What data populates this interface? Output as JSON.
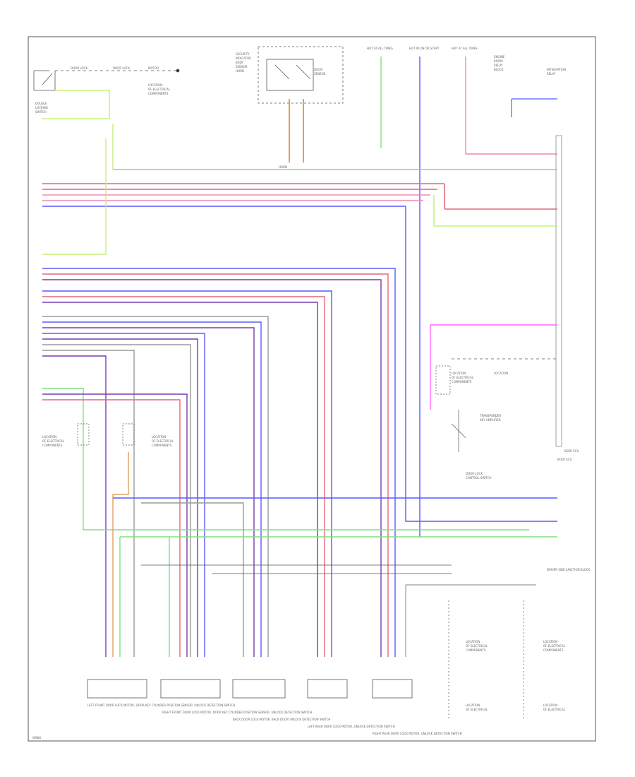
{
  "corner_label": "W9N0",
  "wire_colors": {
    "green": "#7fe07f",
    "yellow_green": "#c8f07a",
    "red": "#e06a7a",
    "pink": "#f08ab0",
    "blue": "#5a5aff",
    "violet": "#7a3ab0",
    "gray": "#9a9a9a",
    "orange": "#e0a060",
    "magenta": "#ff66ff"
  },
  "components": [
    {
      "label": "LEFT FRONT DOOR LOCK MOTOR, DOOR KEY CYLINDER POSITION SENSOR, UNLOCK DETECTION SWITCH"
    },
    {
      "label": "RIGHT FRONT DOOR LOCK MOTOR, DOOR KEY CYLINDER POSITION SENSOR, UNLOCK DETECTION SWITCH"
    },
    {
      "label": "BACK DOOR LOCK MOTOR, BACK DOOR UNLOCK DETECTION SWITCH"
    },
    {
      "label": "LEFT REAR DOOR LOCK MOTOR, UNLOCK DETECTION SWITCH"
    },
    {
      "label": "RIGHT REAR DOOR LOCK MOTOR, UNLOCK DETECTION SWITCH"
    }
  ],
  "ecu_label": "BODY ECU",
  "junction_label": "DRIVER SIDE JUNCTION BLOCK",
  "fuse_labels": [
    "HOT AT ALL TIMES",
    "HOT IN ON OR START",
    "HOT AT ALL TIMES"
  ]
}
